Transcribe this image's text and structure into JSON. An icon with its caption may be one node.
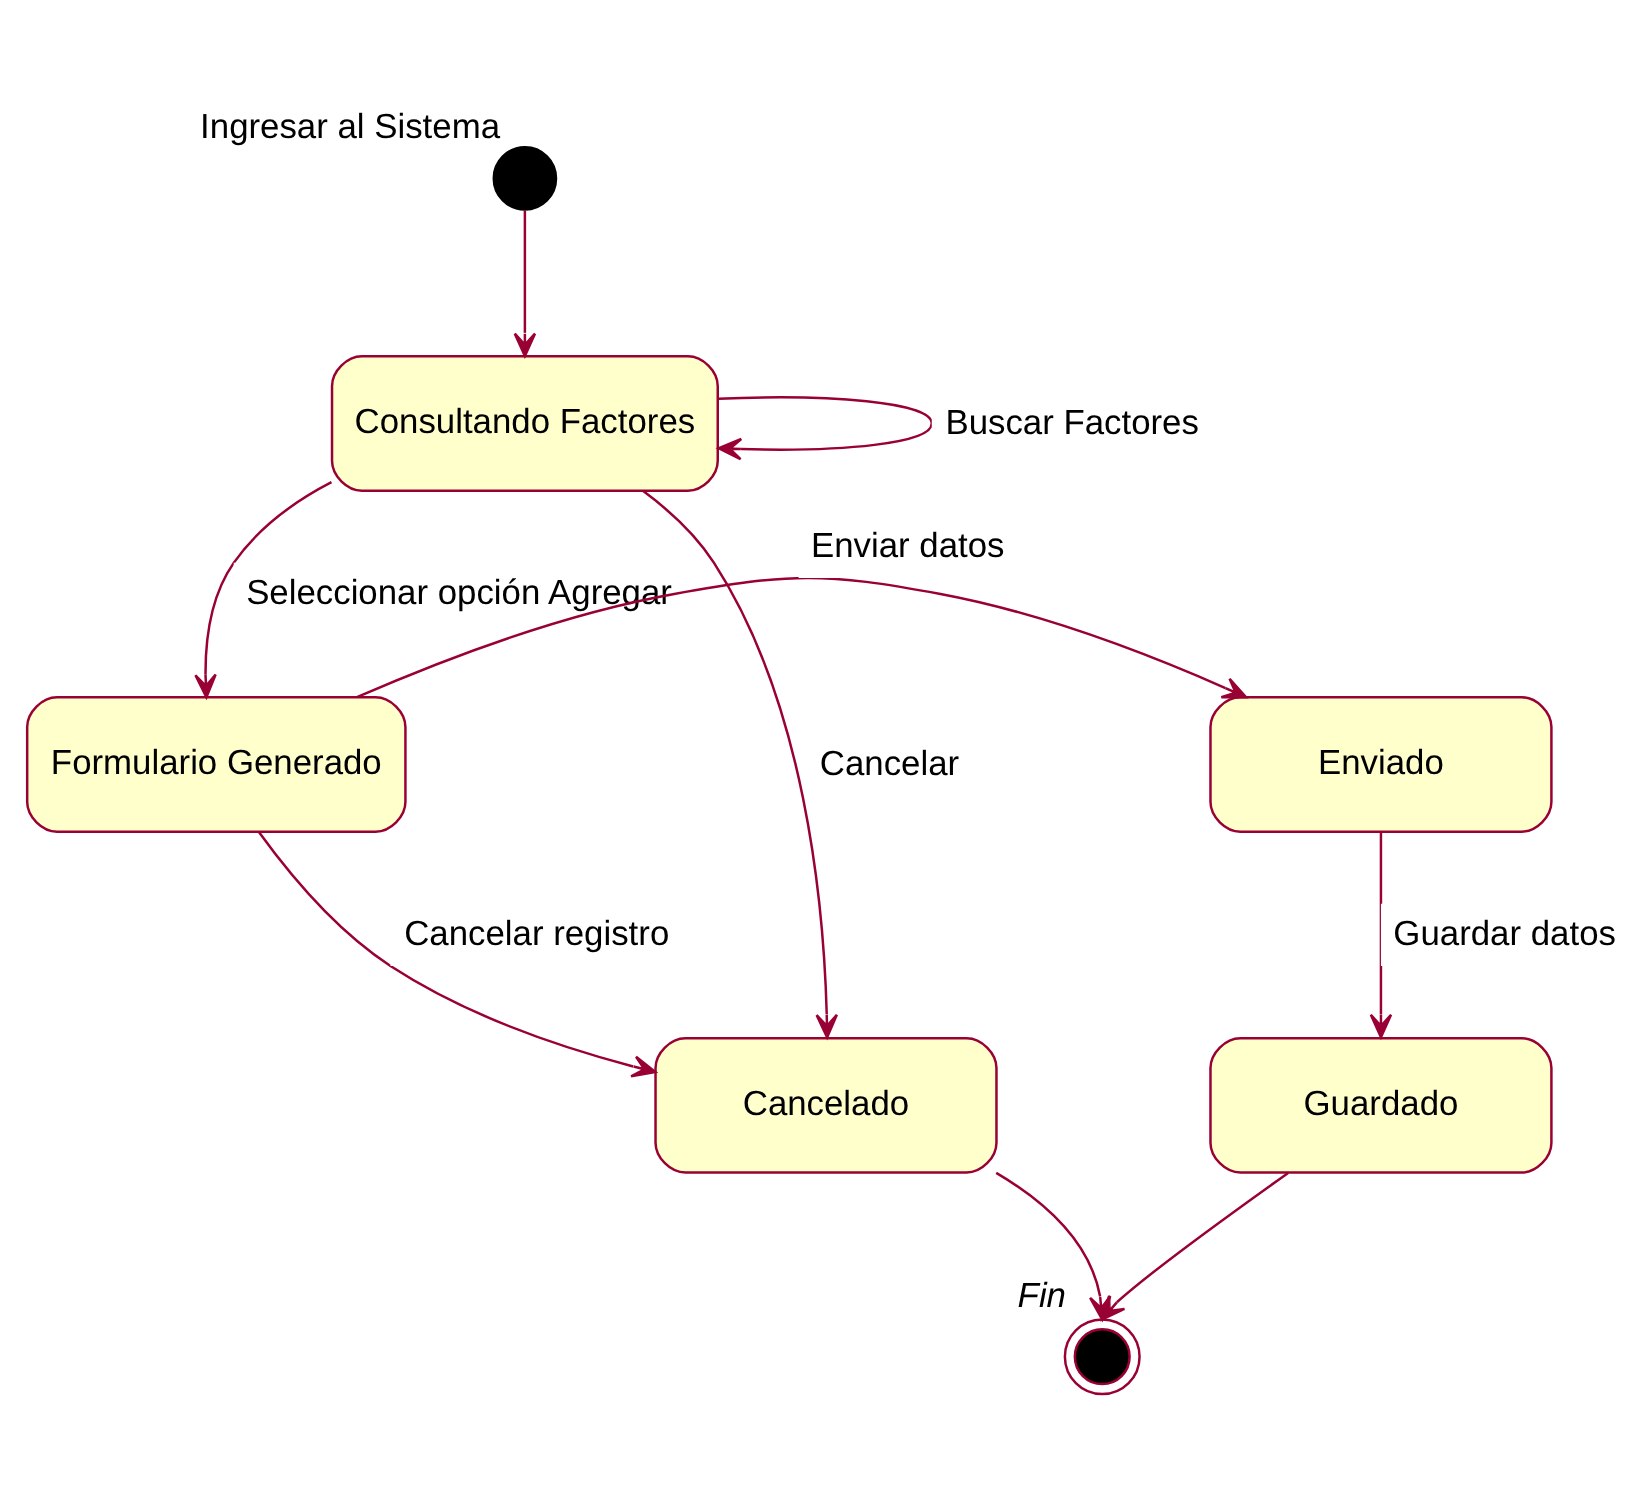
{
  "diagram": {
    "nodes": [
      {
        "text": [],
        "shape": "circle",
        "beside": [
          "Ingresar al Sistema"
        ]
      },
      {
        "text": [
          "Consultando Factores"
        ]
      },
      {
        "text": [
          "Formulario Generado"
        ]
      },
      {
        "text": [
          "Enviado"
        ]
      },
      {
        "text": [
          "Cancelado"
        ]
      },
      {
        "text": [
          "Guardado"
        ]
      },
      {
        "text": [],
        "shape": "bullseye",
        "beside": [
          "Fin"
        ]
      }
    ],
    "edges": [
      {
        "from": 0,
        "to": 1,
        "arrow": "to"
      },
      {
        "from": 1,
        "to": 1,
        "label": "Buscar Factores",
        "arrow": "to"
      },
      {
        "from": 1,
        "to": 2,
        "label": "Seleccionar opción Agregar",
        "arrow": "to"
      },
      {
        "from": 2,
        "to": 3,
        "label": "Enviar datos",
        "arrow": "to"
      },
      {
        "from": 1,
        "to": 4,
        "label": "Cancelar",
        "arrow": "to"
      },
      {
        "from": 2,
        "to": 4,
        "label": "Cancelar registro",
        "arrow": "to"
      },
      {
        "from": 3,
        "to": 5,
        "label": "Guardar datos",
        "arrow": "to"
      },
      {
        "from": 4,
        "to": 6,
        "arrow": "to"
      },
      {
        "from": 5,
        "to": 6,
        "arrow": "to"
      }
    ]
  }
}
